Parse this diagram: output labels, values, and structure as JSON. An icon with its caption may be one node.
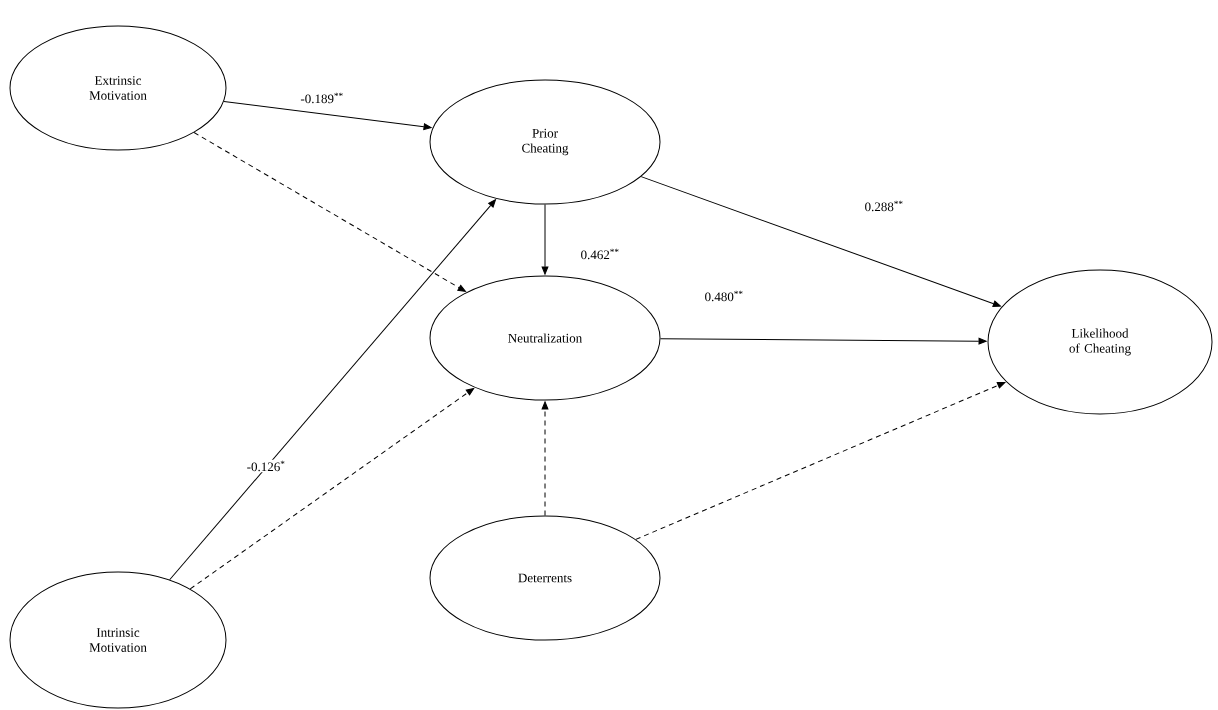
{
  "diagram": {
    "nodes": [
      {
        "text": [
          "Extrinsic Motivation"
        ]
      },
      {
        "text": [
          "Prior Cheating"
        ]
      },
      {
        "text": [
          "Neutralization"
        ]
      },
      {
        "text": [
          "Likelihood of Cheating"
        ]
      },
      {
        "text": [
          "Deterrents"
        ]
      },
      {
        "text": [
          "Intrinsic Motivation"
        ]
      }
    ],
    "edges": [
      {
        "from": 0,
        "to": 1,
        "arrow": "to",
        "label": "-0.189$^{**}$"
      },
      {
        "from": 0,
        "to": 2,
        "arrow": "to",
        "style": "dashed"
      },
      {
        "from": 5,
        "to": 1,
        "arrow": "to",
        "label": "-0.126$^{*}$"
      },
      {
        "from": 5,
        "to": 2,
        "arrow": "to",
        "style": "dashed"
      },
      {
        "from": 1,
        "to": 2,
        "arrow": "to",
        "label": "0.462$^{**}$"
      },
      {
        "from": 1,
        "to": 3,
        "arrow": "to",
        "label": "0.288$^{**}$"
      },
      {
        "from": 2,
        "to": 3,
        "arrow": "to",
        "label": "0.480$^{**}$"
      },
      {
        "from": 4,
        "to": 2,
        "arrow": "to",
        "style": "dashed"
      },
      {
        "from": 4,
        "to": 3,
        "arrow": "to",
        "style": "dashed"
      }
    ]
  }
}
